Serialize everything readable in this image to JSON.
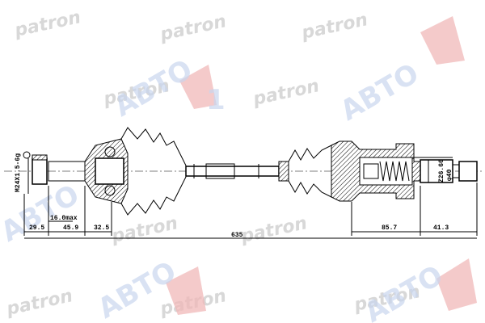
{
  "watermarks": {
    "brand": "patron",
    "dealer": "ABTO",
    "dealer_number": "1"
  },
  "dimensions": {
    "thread": "M24X1.5-6g",
    "d1": "29.5",
    "d2": "45.9",
    "d3": "32.5",
    "stroke": "16.0max",
    "total_length": "635",
    "d4": "85.7",
    "d5": "41.3",
    "spline": "Z26.66",
    "diameter": "φ40"
  }
}
